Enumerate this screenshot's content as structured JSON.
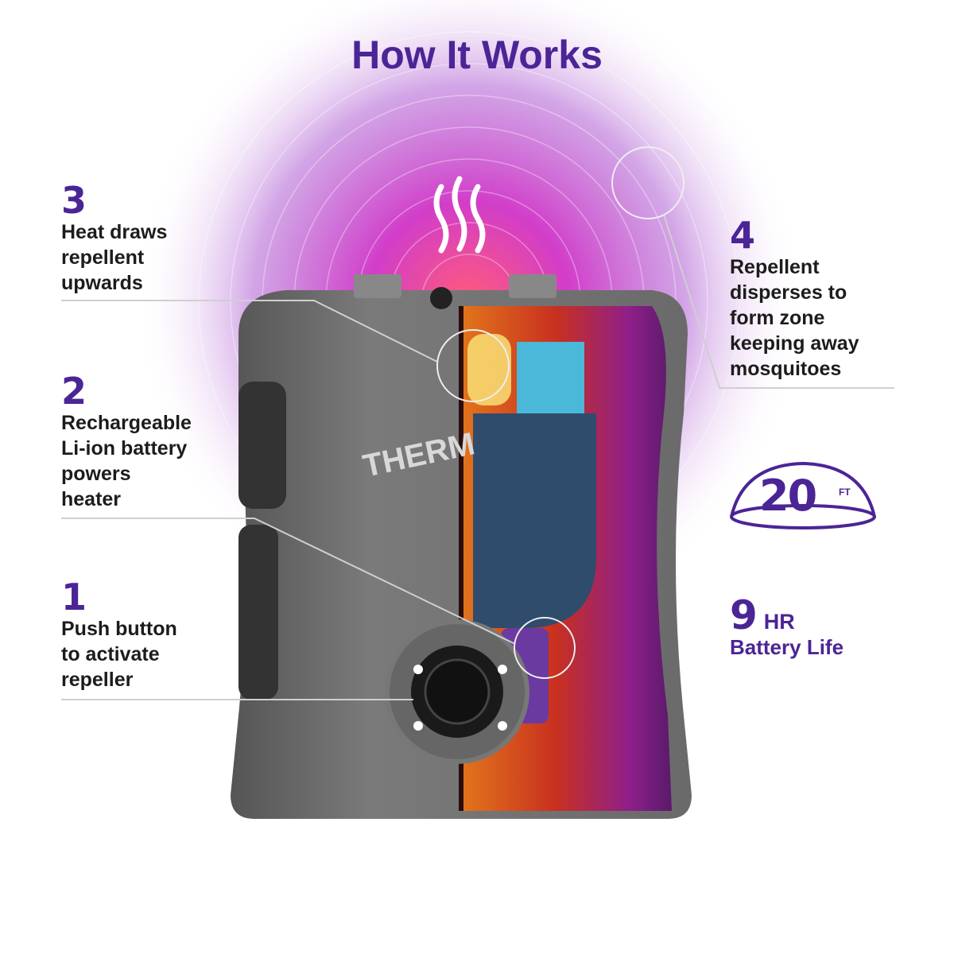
{
  "title": "How It Works",
  "brand_text": "THERM",
  "steps": [
    {
      "number": "3",
      "lines": [
        "Heat draws",
        "repellent",
        "upwards"
      ]
    },
    {
      "number": "2",
      "lines": [
        "Rechargeable",
        "Li-ion battery",
        "powers",
        "heater"
      ]
    },
    {
      "number": "1",
      "lines": [
        "Push button",
        "to activate",
        "repeller"
      ]
    },
    {
      "number": "4",
      "lines": [
        "Repellent",
        "disperses to",
        "form zone",
        "keeping away",
        "mosquitoes"
      ]
    }
  ],
  "zone": {
    "value": "20",
    "unit": "FT"
  },
  "battery": {
    "value": "9",
    "unit": "HR",
    "label": "Battery Life"
  },
  "colors": {
    "accent": "#4b2596",
    "text": "#1c1c1c",
    "glow": "#c13bd0"
  }
}
